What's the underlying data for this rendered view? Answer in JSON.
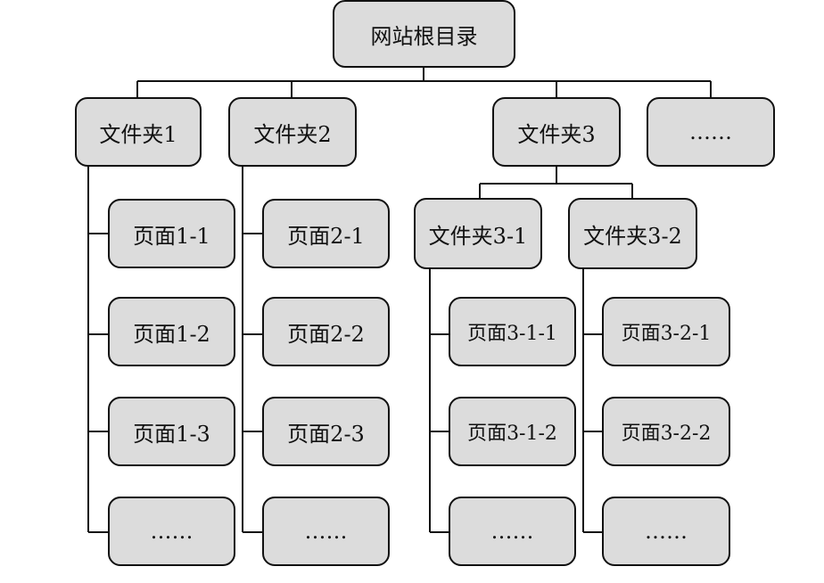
{
  "root": {
    "label": "网站根目录"
  },
  "folders": [
    {
      "label": "文件夹1",
      "pages": [
        "页面1-1",
        "页面1-2",
        "页面1-3",
        "……"
      ]
    },
    {
      "label": "文件夹2",
      "pages": [
        "页面2-1",
        "页面2-2",
        "页面2-3",
        "……"
      ]
    },
    {
      "label": "文件夹3",
      "subfolders": [
        {
          "label": "文件夹3-1",
          "pages": [
            "页面3-1-1",
            "页面3-1-2",
            "……"
          ]
        },
        {
          "label": "文件夹3-2",
          "pages": [
            "页面3-2-1",
            "页面3-2-2",
            "……"
          ]
        }
      ]
    },
    {
      "label": "……"
    }
  ]
}
